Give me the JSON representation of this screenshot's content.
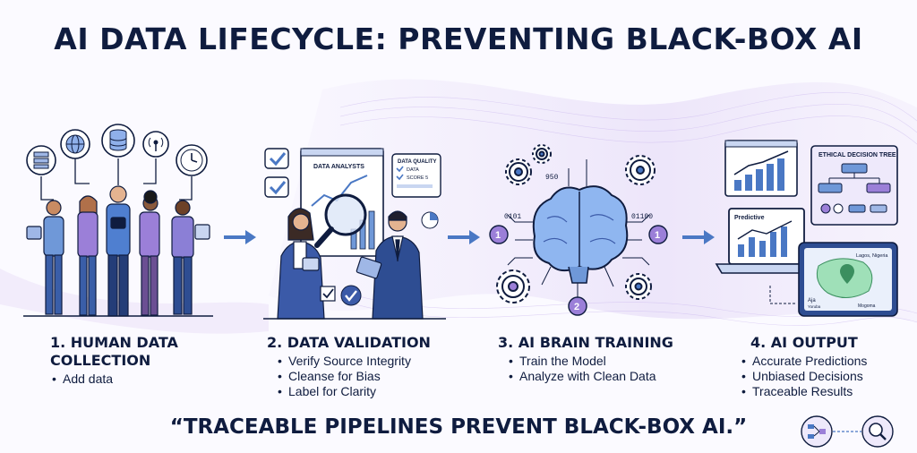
{
  "title": "AI DATA LIFECYCLE: PREVENTING BLACK-BOX AI",
  "steps": [
    {
      "title_line1": "1. HUMAN DATA",
      "title_line2": "COLLECTION",
      "items": [
        "Add data"
      ]
    },
    {
      "title_line1": "2. DATA VALIDATION",
      "items": [
        "Verify Source Integrity",
        "Cleanse for Bias",
        "Label for Clarity"
      ]
    },
    {
      "title_line1": "3. AI BRAIN TRAINING",
      "items": [
        "Train the Model",
        "Analyze with Clean Data"
      ]
    },
    {
      "title_line1": "4. AI OUTPUT",
      "items": [
        "Accurate Predictions",
        "Unbiased Decisions",
        "Traceable Results"
      ]
    }
  ],
  "stage2": {
    "board_label": "DATA ANALYSTS",
    "quality_title": "DATA QUALITY",
    "quality_score_line1": "DATA",
    "quality_score_line2": "SCORE 5"
  },
  "stage3": {
    "bits_left": "0101",
    "bits_right": "01100",
    "bits_top": "950",
    "node1": "1",
    "node2": "2",
    "node1b": "1"
  },
  "stage4": {
    "tree_title": "ETHICAL DECISION TREE",
    "laptop_label": "Predictive",
    "map_label_top": "Lagos, Nigeria",
    "map_label_left": "Aja",
    "map_label_left_sub": "Yoruba",
    "map_label_right": "Mogoma"
  },
  "quote": "“TRACEABLE PIPELINES PREVENT BLACK-BOX AI.”",
  "colors": {
    "navy": "#0f1c3f",
    "accent_blue": "#4a78c4",
    "purple": "#8b7fd6",
    "lavender": "#e9e4fb"
  }
}
